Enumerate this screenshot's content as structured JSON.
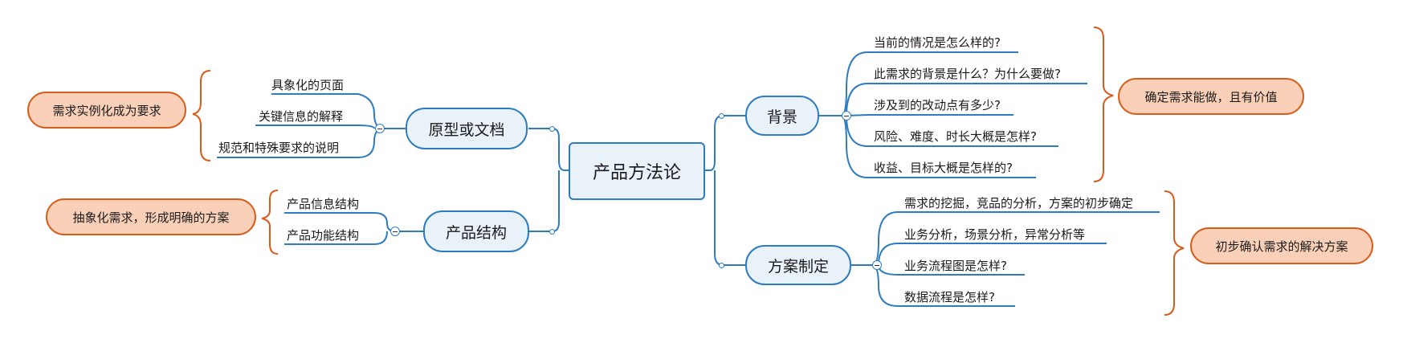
{
  "root": {
    "label": "产品方法论"
  },
  "left": {
    "prototype": {
      "label": "原型或文档",
      "children": [
        "具象化的页面",
        "关键信息的解释",
        "规范和特殊要求的说明"
      ],
      "summary": "需求实例化成为要求"
    },
    "structure": {
      "label": "产品结构",
      "children": [
        "产品信息结构",
        "产品功能结构"
      ],
      "summary": "抽象化需求，形成明确的方案"
    }
  },
  "right": {
    "background": {
      "label": "背景",
      "children": [
        "当前的情况是怎么样的?",
        "此需求的背景是什么？为什么要做?",
        "涉及到的改动点有多少?",
        "风险、难度、时长大概是怎样?",
        "收益、目标大概是怎样的?"
      ],
      "summary": "确定需求能做，且有价值"
    },
    "solution": {
      "label": "方案制定",
      "children": [
        "需求的挖掘，竞品的分析，方案的初步确定",
        "业务分析，场景分析，异常分析等",
        "业务流程图是怎样?",
        "数据流程是怎样?"
      ],
      "summary": "初步确认需求的解决方案"
    }
  },
  "colors": {
    "branch": "#2e7cc0",
    "summary_border": "#d85c1a",
    "summary_fill": "#fad1b8",
    "node_fill": "#e9f1f9"
  }
}
